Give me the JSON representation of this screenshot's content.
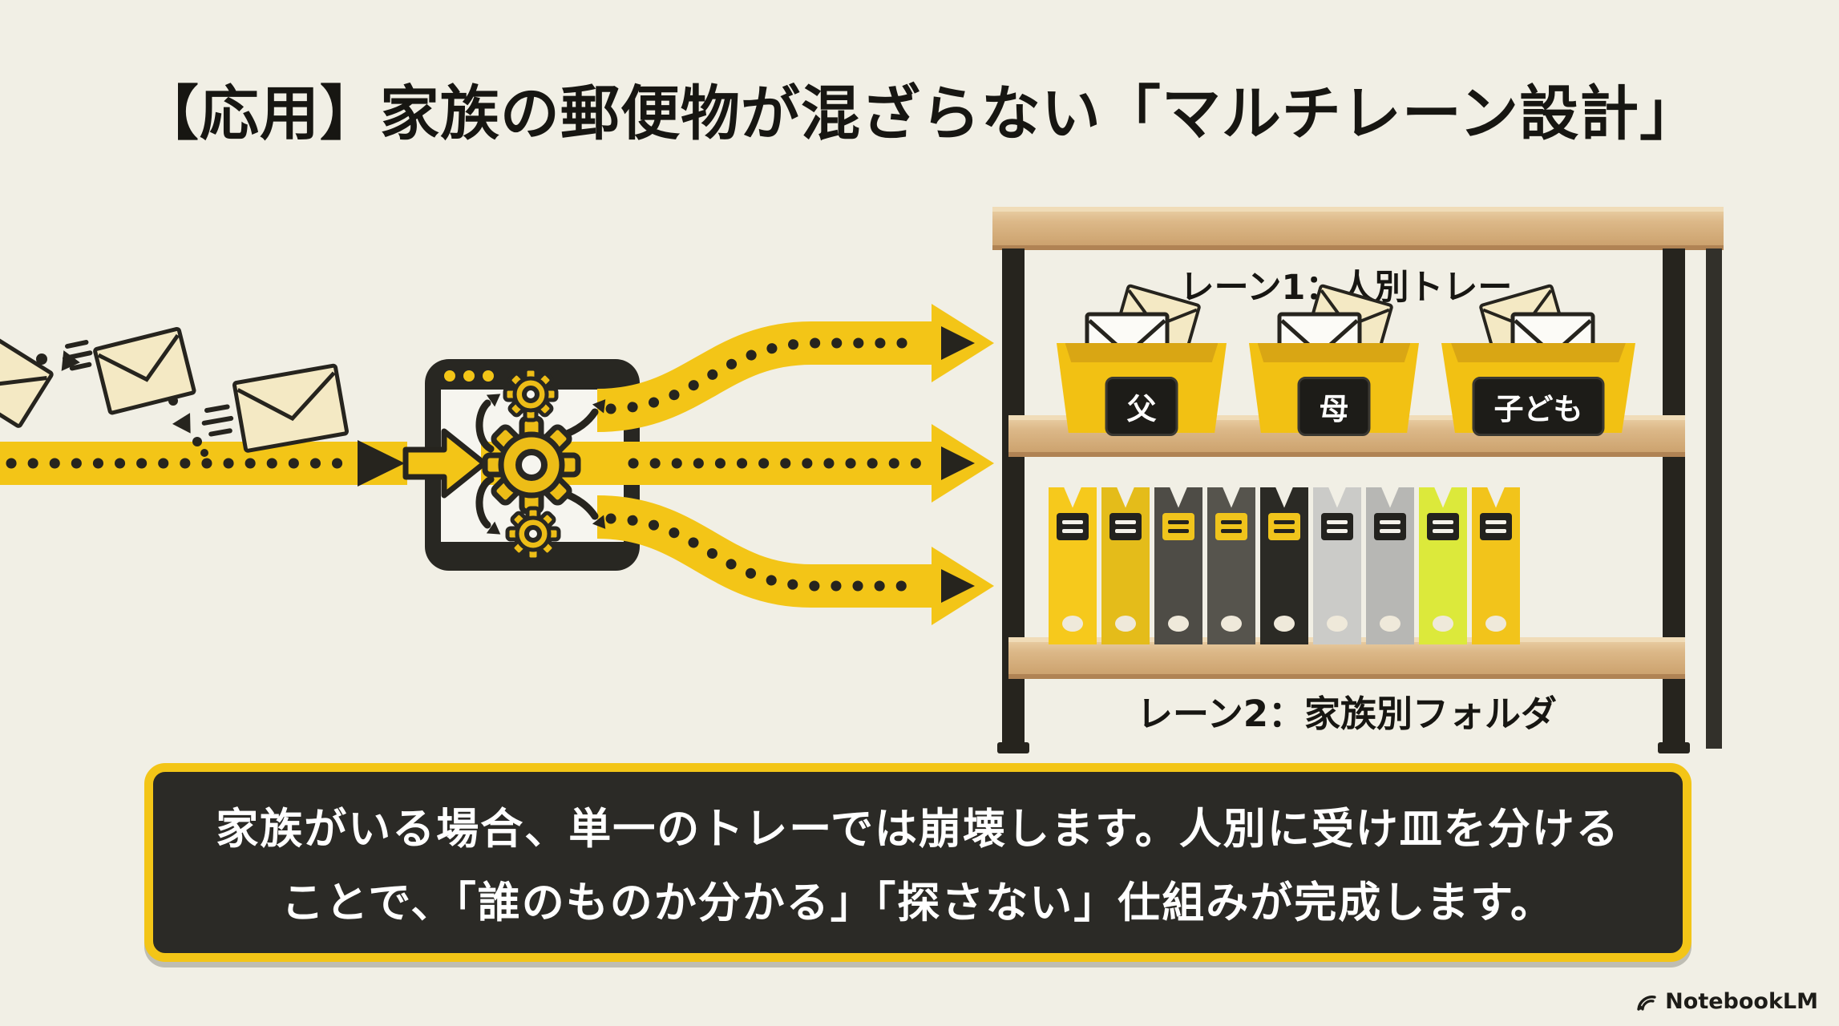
{
  "title": "【応用】家族の郵便物が混ざらない「マルチレーン設計」",
  "colors": {
    "background": "#f1efe5",
    "accent_yellow": "#f3c517",
    "ink_black": "#26241e",
    "wood": "#dcb888",
    "callout_bg": "#2b2a26",
    "text_white": "#ffffff"
  },
  "lane1": {
    "label": "レーン1：人別トレー",
    "trays": [
      {
        "label": "父"
      },
      {
        "label": "母"
      },
      {
        "label": "子ども"
      }
    ]
  },
  "lane2": {
    "label": "レーン2：家族別フォルダ",
    "binders": [
      {
        "color": "#f6c91c",
        "label_bg": "#23221e",
        "line_color": "#f5f2ea"
      },
      {
        "color": "#e4bc1a",
        "label_bg": "#23221e",
        "line_color": "#f5f2ea"
      },
      {
        "color": "#4e4c46",
        "label_bg": "#f0c41c",
        "line_color": "#23221e"
      },
      {
        "color": "#56544d",
        "label_bg": "#f0c41c",
        "line_color": "#23221e"
      },
      {
        "color": "#2b2a25",
        "label_bg": "#f0c41c",
        "line_color": "#23221e"
      },
      {
        "color": "#cbcbc8",
        "label_bg": "#23221e",
        "line_color": "#f5f2ea"
      },
      {
        "color": "#b7b7b4",
        "label_bg": "#23221e",
        "line_color": "#f5f2ea"
      },
      {
        "color": "#dce93b",
        "label_bg": "#23221e",
        "line_color": "#f5f2ea"
      },
      {
        "color": "#f2c41b",
        "label_bg": "#23221e",
        "line_color": "#f5f2ea"
      }
    ]
  },
  "callout": {
    "line1": "家族がいる場合、単一のトレーでは崩壊します。人別に受け皿を分ける",
    "line2": "ことで、「誰のものか分かる」「探さない」仕組みが完成します。"
  },
  "brand": {
    "name": "NotebookLM"
  },
  "icons": {
    "envelope": "envelope-icon",
    "gear": "gear-icon",
    "flow-arrow": "arrow-right-icon",
    "logo": "notebooklm-logo"
  }
}
